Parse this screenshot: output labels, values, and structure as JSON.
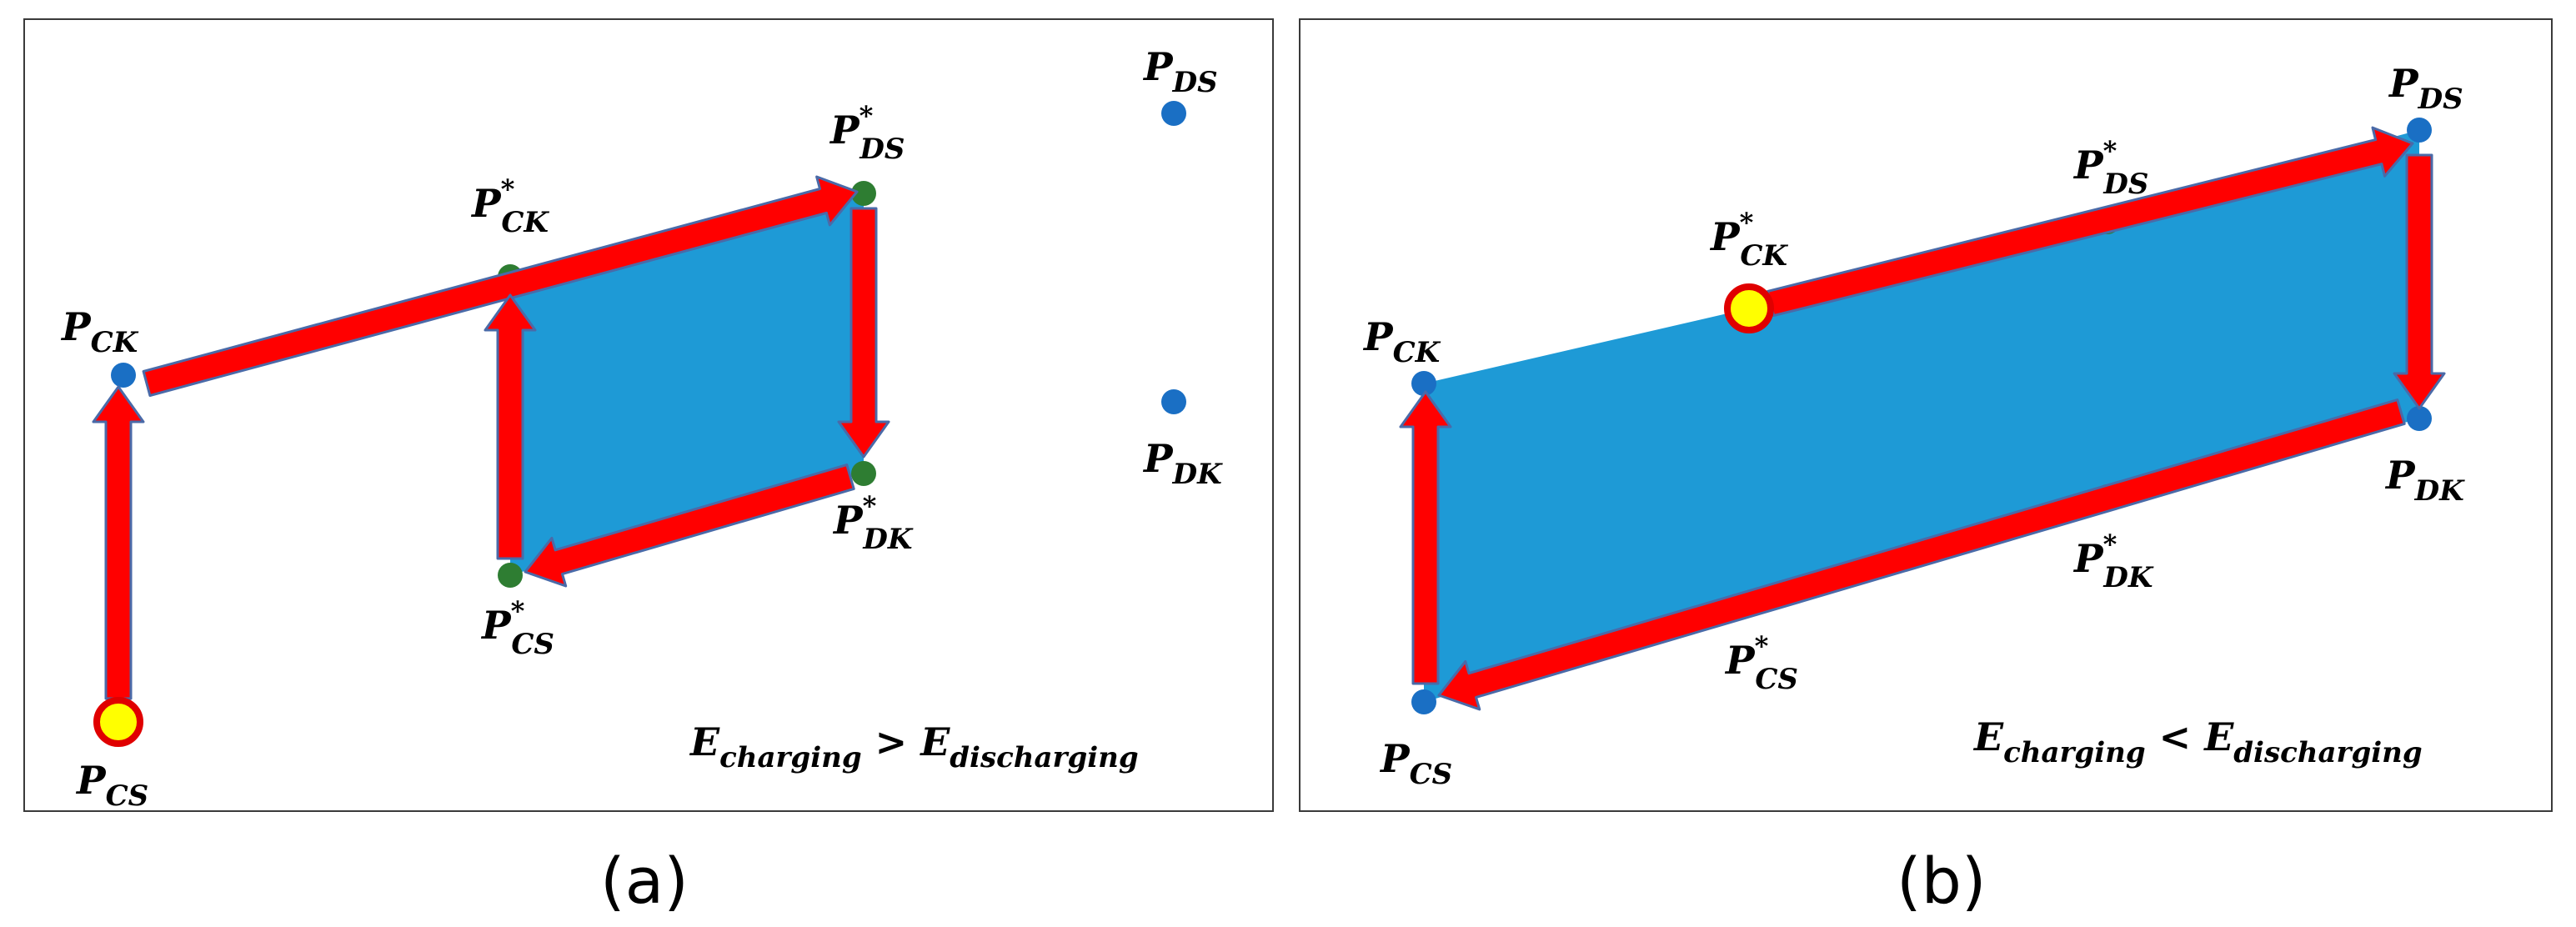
{
  "panels": [
    {
      "id": "a",
      "caption": "(a)",
      "condition": {
        "left": "E",
        "left_sub": "charging",
        "op": ">",
        "right": "E",
        "right_sub": "discharging"
      },
      "points": [
        {
          "key": "PDS",
          "base": "P",
          "sub": "DS",
          "star": false,
          "color": "#1a6fc4"
        },
        {
          "key": "PDK",
          "base": "P",
          "sub": "DK",
          "star": false,
          "color": "#1a6fc4"
        },
        {
          "key": "PCK",
          "base": "P",
          "sub": "CK",
          "star": false,
          "color": "#1a6fc4"
        },
        {
          "key": "PCS",
          "base": "P",
          "sub": "CS",
          "star": false,
          "color": "#ffff00"
        },
        {
          "key": "PDSs",
          "base": "P",
          "sub": "DS",
          "star": true,
          "color": "#2e7d32"
        },
        {
          "key": "PDKs",
          "base": "P",
          "sub": "DK",
          "star": true,
          "color": "#2e7d32"
        },
        {
          "key": "PCKs",
          "base": "P",
          "sub": "CK",
          "star": true,
          "color": "#2e7d32"
        },
        {
          "key": "PCSs",
          "base": "P",
          "sub": "CS",
          "star": true,
          "color": "#2e7d32"
        }
      ]
    },
    {
      "id": "b",
      "caption": "(b)",
      "condition": {
        "left": "E",
        "left_sub": "charging",
        "op": "<",
        "right": "E",
        "right_sub": "discharging"
      },
      "points": [
        {
          "key": "PDS",
          "base": "P",
          "sub": "DS",
          "star": false,
          "color": "#1a6fc4"
        },
        {
          "key": "PDK",
          "base": "P",
          "sub": "DK",
          "star": false,
          "color": "#1a6fc4"
        },
        {
          "key": "PCK",
          "base": "P",
          "sub": "CK",
          "star": false,
          "color": "#1a6fc4"
        },
        {
          "key": "PCS",
          "base": "P",
          "sub": "CS",
          "star": false,
          "color": "#1a6fc4"
        },
        {
          "key": "PDSs",
          "base": "P",
          "sub": "DS",
          "star": true,
          "color": "#2e7d32"
        },
        {
          "key": "PDKs",
          "base": "P",
          "sub": "DK",
          "star": true,
          "color": "#2e7d32"
        },
        {
          "key": "PCKs",
          "base": "P",
          "sub": "CK",
          "star": true,
          "color": "#ffff00"
        },
        {
          "key": "PCSs",
          "base": "P",
          "sub": "CS",
          "star": true,
          "color": "#2e7d32"
        }
      ]
    }
  ],
  "colors": {
    "fill": "#1e9ad6",
    "arrow": "#ff0000",
    "arrow_outline": "#4a6aa8",
    "highlight_ring": "#e00000"
  }
}
